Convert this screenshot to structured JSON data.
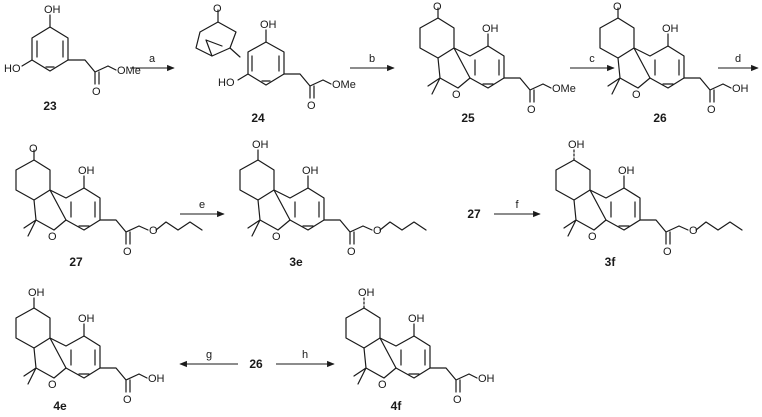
{
  "compounds": {
    "c23": "23",
    "c24": "24",
    "c25": "25",
    "c26": "26",
    "c27": "27",
    "c3e": "3e",
    "c3f": "3f",
    "c4e": "4e",
    "c4f": "4f",
    "c27_ref": "27",
    "c26_ref": "26"
  },
  "reagents": {
    "a": "a",
    "b": "b",
    "c": "c",
    "d": "d",
    "e": "e",
    "f": "f",
    "g": "g",
    "h": "h"
  },
  "atoms": {
    "oh": "OH",
    "ho": "HO",
    "o": "O",
    "ome": "OMe"
  }
}
